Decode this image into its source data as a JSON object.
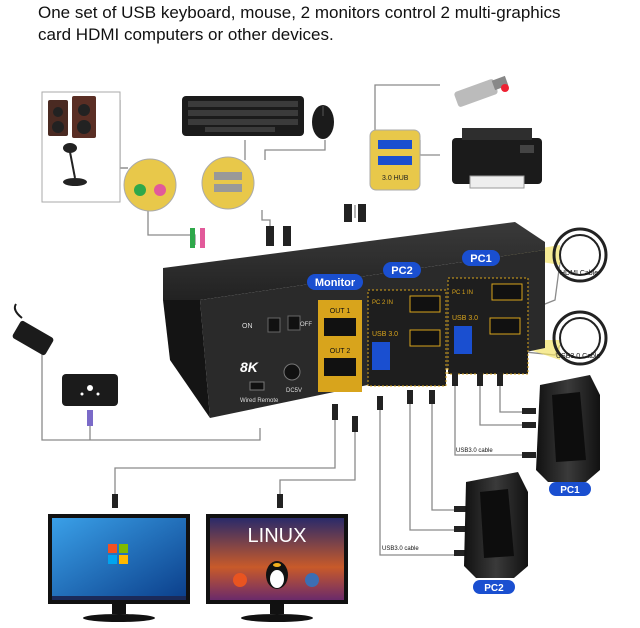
{
  "headline": {
    "line1": "One set of USB keyboard, mouse, 2 monitors control 2 multi-graphics",
    "line2": "card HDMI computers or other devices."
  },
  "kvm": {
    "monitor_label": "Monitor",
    "pc2_label": "PC2",
    "pc1_label": "PC1",
    "pc2_in": "PC 2 IN",
    "pc1_in": "PC 1 IN",
    "out1": "OUT 1",
    "out2": "OUT 2",
    "usb_pc2": "USB 3.0",
    "usb_pc1": "USB 3.0",
    "on": "ON",
    "off": "OFF",
    "badge_8k": "8K",
    "dc": "DC5V",
    "wired_remote": "Wired Remote",
    "hub_label": "3.0 HUB"
  },
  "cables": {
    "hdmi": "HDMI Cable",
    "usb": "USB3.0 Cable",
    "usb_pc1": "USB3.0 cable",
    "usb_pc2": "USB3.0 cable"
  },
  "computers": {
    "pc1": "PC1",
    "pc2": "PC2"
  },
  "monitor_right_text": "LINUX",
  "colors": {
    "accent_gold": "#e8b020",
    "pc_badge": "#1a4fd0",
    "device_body": "#1e1e1e"
  }
}
